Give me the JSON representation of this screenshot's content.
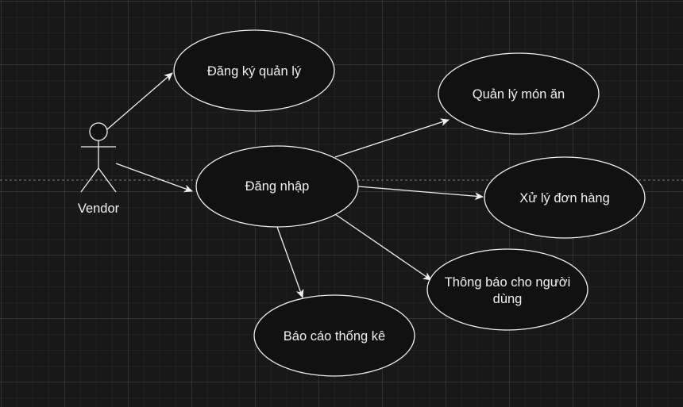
{
  "actor": {
    "label": "Vendor"
  },
  "use_cases": {
    "register": "Đăng ký quản lý",
    "login": "Đăng nhập",
    "manage_dishes": "Quản lý món ăn",
    "process_orders": "Xử lý đơn hàng",
    "notify_users_line1": "Thông báo cho người",
    "notify_users_line2": "dùng",
    "stats_report": "Báo cáo thống kê"
  },
  "colors": {
    "background": "#181818",
    "node_fill": "#111111",
    "stroke": "#f0f0f0"
  }
}
